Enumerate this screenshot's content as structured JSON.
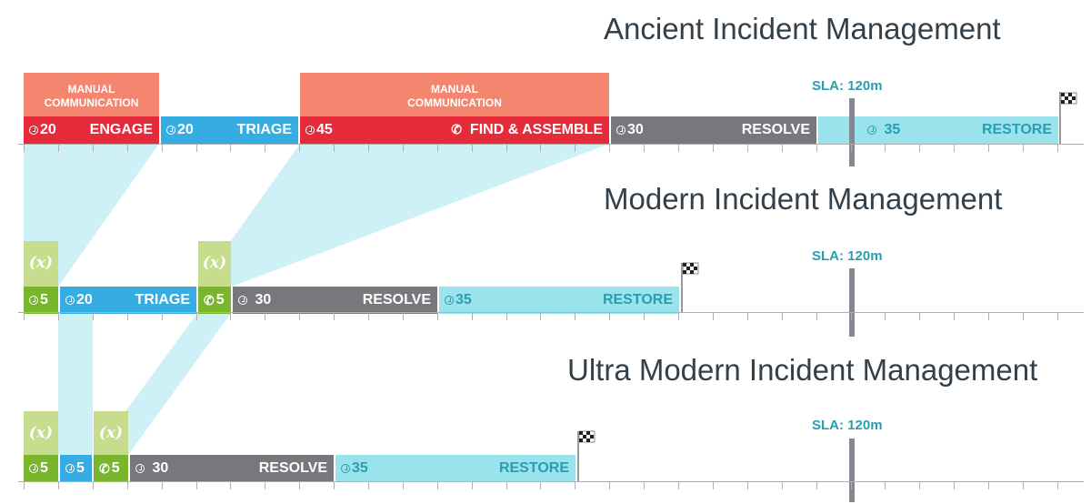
{
  "colors": {
    "engage": "#e52a3a",
    "triage": "#36ade2",
    "find": "#e52a3a",
    "resolve": "#76787c",
    "restore": "#9ae3ec",
    "restore_text": "#2a9db1",
    "automation": "#7ab52e",
    "automation_light": "#c5dd8d",
    "manual": "#f48670",
    "sla": "#848890",
    "title": "#33404a"
  },
  "icons": {
    "duration": "clock-icon",
    "call": "phone-icon",
    "variable": "function-x-icon",
    "finish": "checkered-flag-icon"
  },
  "ancient": {
    "title": "Ancient Incident Management",
    "manual_top_1": "MANUAL",
    "manual_bottom_1": "COMMUNICATION",
    "manual_top_2": "MANUAL",
    "manual_bottom_2": "COMMUNICATION",
    "sla": "SLA: 120m",
    "segments": [
      {
        "duration": "20",
        "label": "ENGAGE"
      },
      {
        "duration": "20",
        "label": "TRIAGE"
      },
      {
        "duration": "45",
        "label": "FIND & ASSEMBLE"
      },
      {
        "duration": "30",
        "label": "RESOLVE"
      },
      {
        "duration": "35",
        "label": "RESTORE"
      }
    ]
  },
  "modern": {
    "title": "Modern Incident Management",
    "fx_1": "(x)",
    "fx_2": "(x)",
    "sla": "SLA: 120m",
    "segments": [
      {
        "duration": "5",
        "label": ""
      },
      {
        "duration": "20",
        "label": "TRIAGE"
      },
      {
        "duration": "5",
        "label": ""
      },
      {
        "duration": "30",
        "label": "RESOLVE"
      },
      {
        "duration": "35",
        "label": "RESTORE"
      }
    ]
  },
  "ultra": {
    "title": "Ultra Modern Incident Management",
    "fx_1": "(x)",
    "fx_2": "(x)",
    "sla": "SLA: 120m",
    "segments": [
      {
        "duration": "5",
        "label": ""
      },
      {
        "duration": "5",
        "label": ""
      },
      {
        "duration": "5",
        "label": ""
      },
      {
        "duration": "30",
        "label": "RESOLVE"
      },
      {
        "duration": "35",
        "label": "RESTORE"
      }
    ]
  }
}
